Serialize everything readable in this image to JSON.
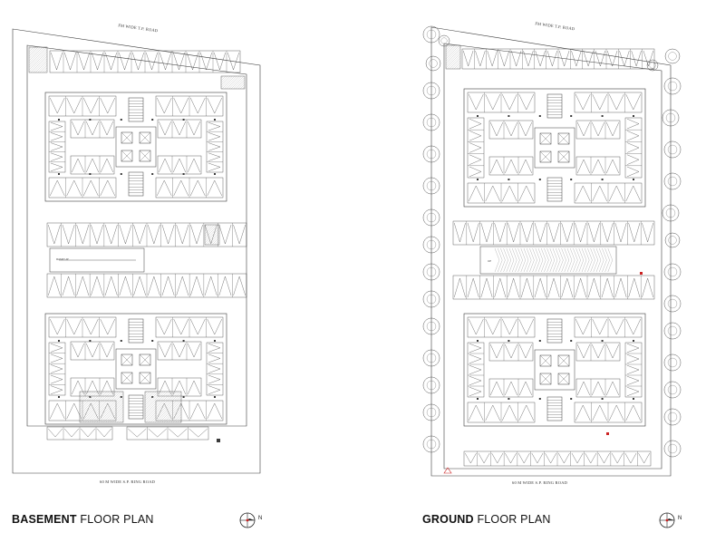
{
  "plans": [
    {
      "id": "basement",
      "title_bold": "BASEMENT",
      "title_rest": " FLOOR PLAN",
      "north_label": "N",
      "road_top": "FM WIDE T.P. ROAD",
      "road_bottom": "60 M WIDE S.P. RING ROAD",
      "ramp_label": "RAMP UP"
    },
    {
      "id": "ground",
      "title_bold": "GROUND",
      "title_rest": " FLOOR PLAN",
      "north_label": "N",
      "road_top": "FM WIDE T.P. ROAD",
      "road_bottom": "60 M WIDE S.P. RING ROAD",
      "ramp_label": "UP"
    }
  ],
  "colors": {
    "line": "#3a3a3a",
    "hatch": "#9a9a9a",
    "tree": "#555555",
    "accent_red": "#cc2222"
  },
  "icons": {
    "north_arrow": "compass-icon",
    "tree": "tree-icon",
    "car_bay": "parking-bay-icon"
  }
}
